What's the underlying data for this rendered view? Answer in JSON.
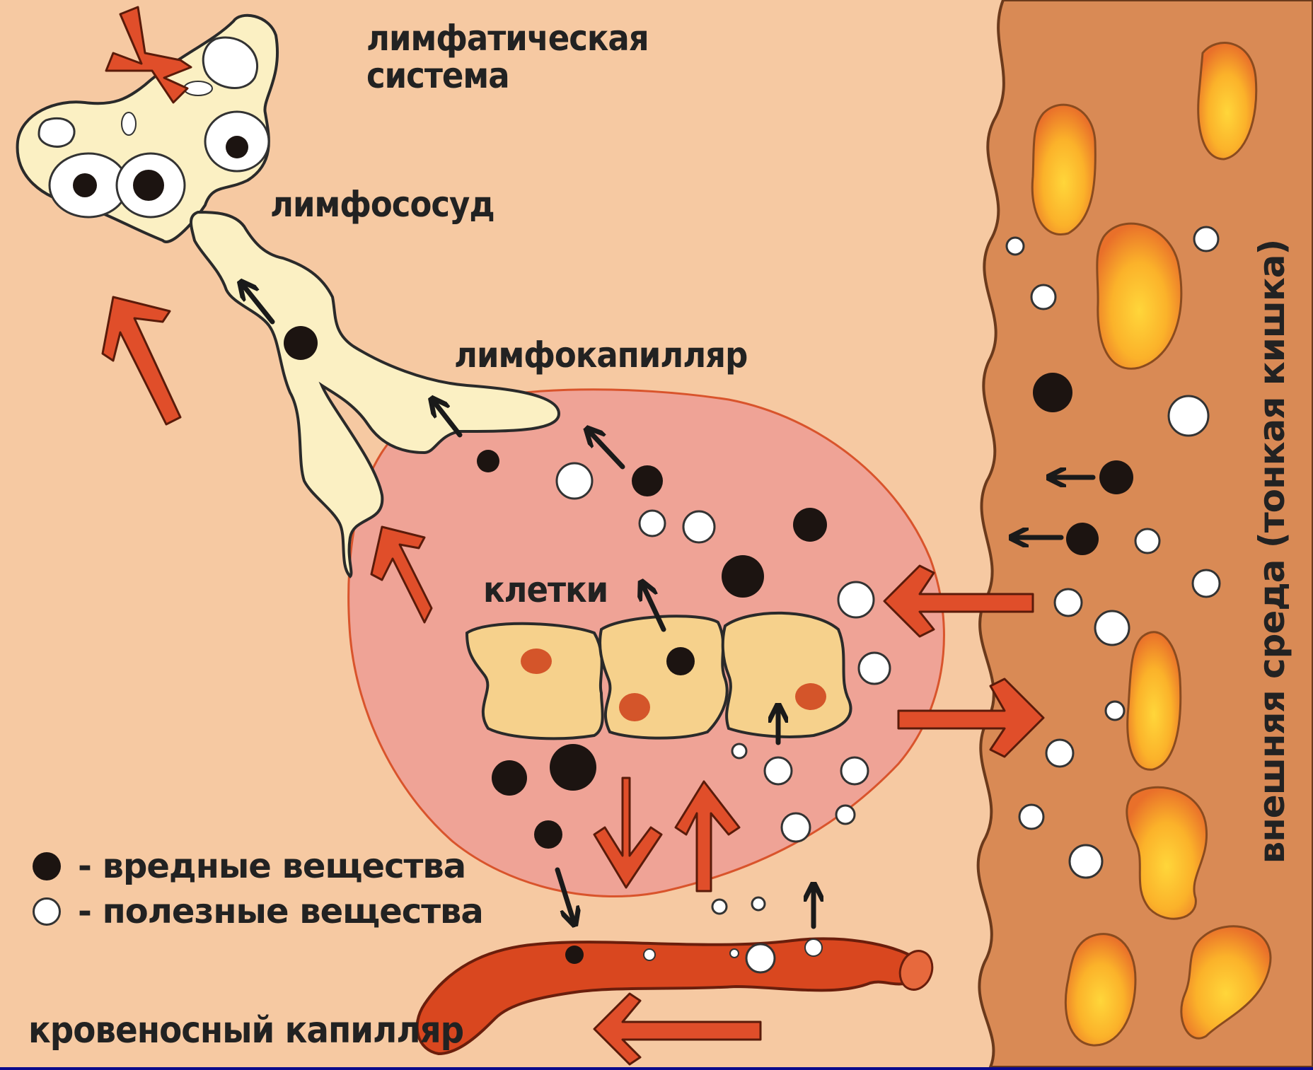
{
  "labels": {
    "lymph_system_line1": "лимфатическая",
    "lymph_system_line2": "система",
    "lymph_vessel": "лимфососуд",
    "lymph_capillary": "лимфокапилляр",
    "cells": "клетки",
    "blood_capillary": "кровеносный капилляр",
    "external_environment": "внешняя среда (тонкая кишка)"
  },
  "legend": [
    {
      "symbol": "black-circle",
      "text": "- вредные вещества"
    },
    {
      "symbol": "white-circle",
      "text": "- полезные вещества"
    }
  ],
  "colors": {
    "frame": "#0a0a8c",
    "tissue": "#f6c9a2",
    "interstitial_fluid": "#efa396",
    "intestine": "#d98a55",
    "lymph": "#fbf0c3",
    "cell": "#f6d18c",
    "nucleus": "#d4552a",
    "arrow": "#e04e2a",
    "capillary": "#d9471f",
    "harmful": "#1c1411",
    "useful": "#ffffff"
  }
}
